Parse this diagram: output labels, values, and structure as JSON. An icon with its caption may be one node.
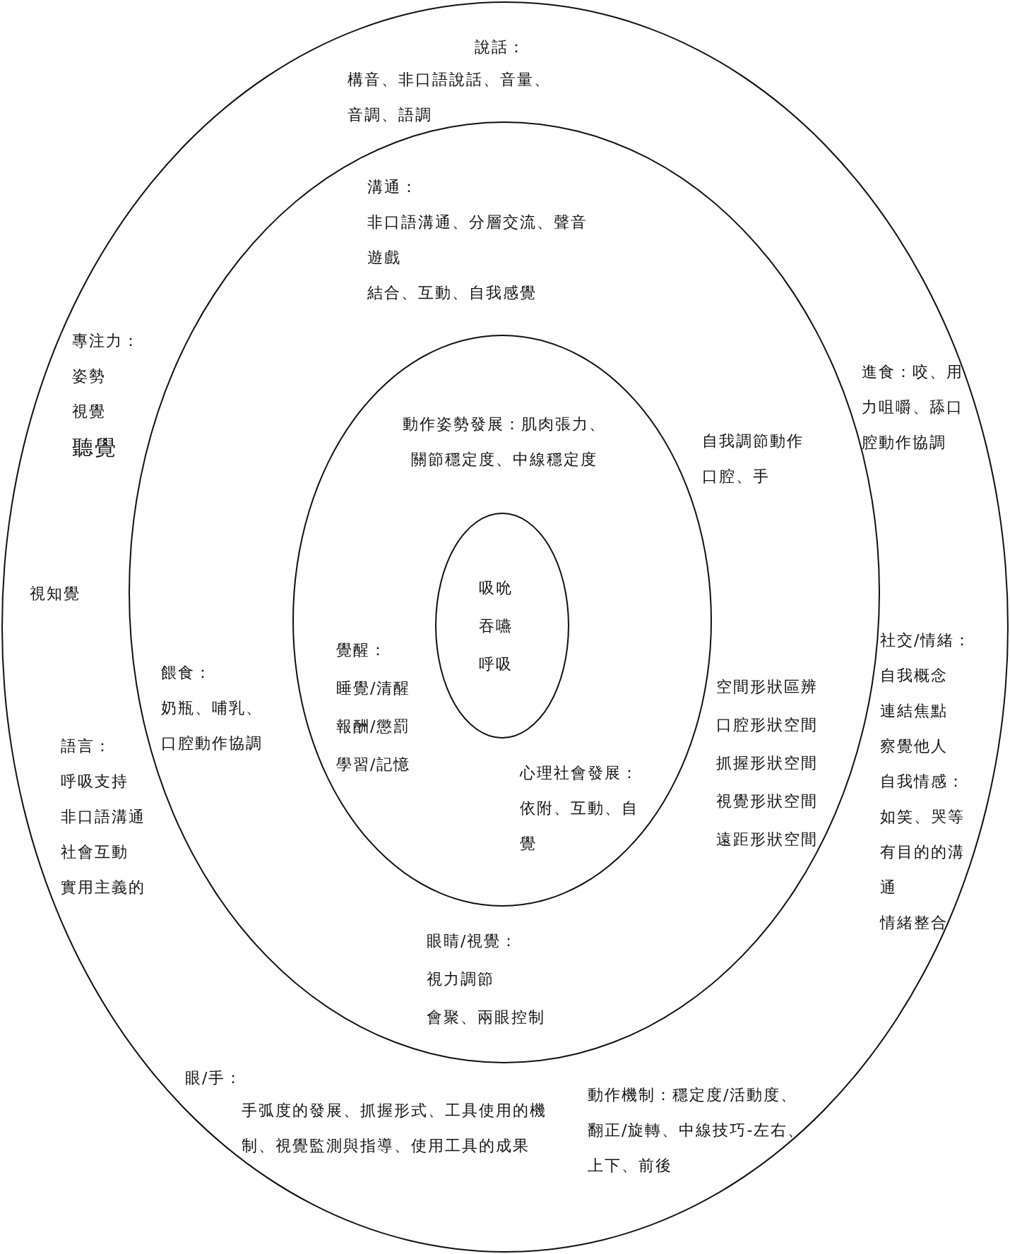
{
  "diagram": {
    "nodes": [
      {
        "text": [
          "說話：",
          "構音、非口語說話、音量、音調、語調",
          "專注力：",
          "姿勢",
          "視覺",
          "聽覺",
          "視知覺",
          "進食：咬、用力咀嚼、舔口腔動作協調",
          "語言：",
          "呼吸支持",
          "非口語溝通",
          "社會互動",
          "實用主義的",
          "社交/情緒：",
          "自我概念",
          "連結焦點",
          "察覺他人",
          "自我情感：如笑、哭等",
          "有目的的溝通",
          "情緒整合",
          "眼/手：",
          "手弧度的發展、抓握形式、工具使用的機制、視覺監測與指導、使用工具的成果",
          "動作機制：穩定度/活動度、翻正/旋轉、中線技巧-左右、上下、前後"
        ]
      },
      {
        "text": [
          "溝通：",
          "非口語溝通、分層交流、聲音遊戲",
          "結合、互動、自我感覺",
          "自我調節動作口腔、手",
          "餵食：",
          "奶瓶、哺乳、口腔動作協調",
          "空間形狀區辨",
          "口腔形狀空間",
          "抓握形狀空間",
          "視覺形狀空間",
          "遠距形狀空間",
          "眼睛/視覺：",
          "視力調節",
          "會聚、兩眼控制"
        ],
        "in": 0
      },
      {
        "text": [
          "動作姿勢發展：肌肉張力、關節穩定度、中線穩定度",
          "覺醒：",
          "睡覺/清醒",
          "報酬/懲罰",
          "學習/記憶",
          "心理社會發展：依附、互動、自覺"
        ],
        "in": 1
      },
      {
        "text": [
          "吸吮",
          "吞嚥",
          "呼吸"
        ],
        "in": 2
      }
    ]
  }
}
